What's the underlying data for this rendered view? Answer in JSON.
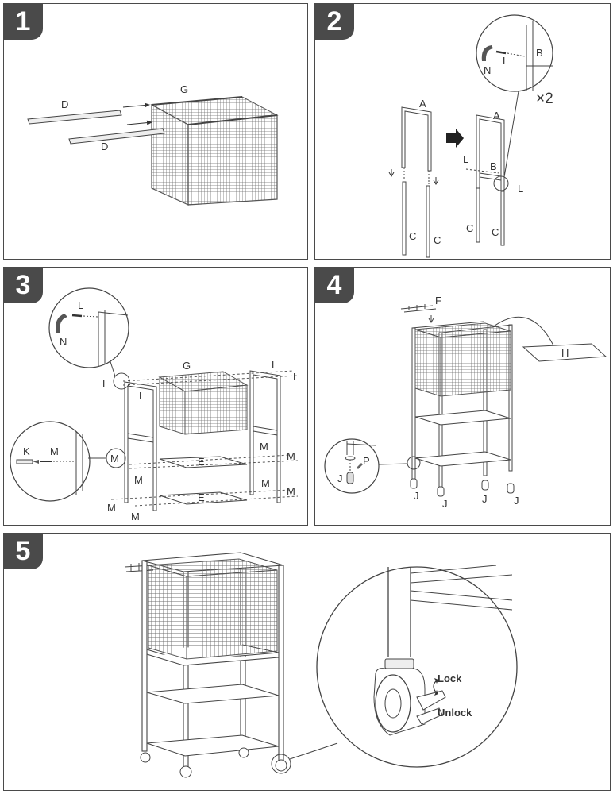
{
  "steps": [
    {
      "number": "1"
    },
    {
      "number": "2",
      "multiplier": "×2"
    },
    {
      "number": "3"
    },
    {
      "number": "4"
    },
    {
      "number": "5"
    }
  ],
  "parts": {
    "A": "A",
    "B": "B",
    "C": "C",
    "D": "D",
    "E": "E",
    "F": "F",
    "G": "G",
    "H": "H",
    "J": "J",
    "K": "K",
    "L": "L",
    "M": "M",
    "N": "N",
    "P": "P"
  },
  "caster": {
    "lock": "Lock",
    "unlock": "Unlock"
  },
  "colors": {
    "frame": "#4a4a4a",
    "badge": "#4a4a4a",
    "mesh": "#8a8a8a",
    "bg": "#ffffff"
  }
}
